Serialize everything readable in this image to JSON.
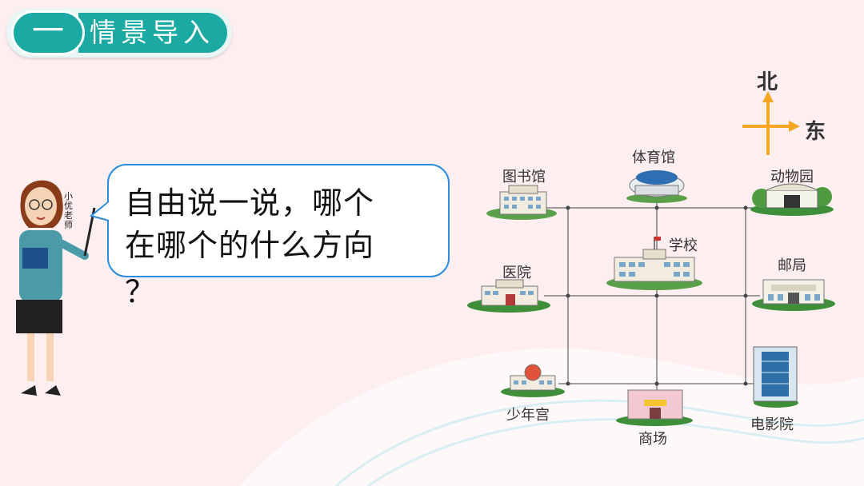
{
  "section": {
    "number": "一",
    "title": "情景导入"
  },
  "teacher": {
    "label": "小优老师"
  },
  "bubble": {
    "line1": "自由说一说，哪个",
    "line2": "在哪个的什么方向",
    "qmark": "？"
  },
  "compass": {
    "north": "北",
    "east": "东"
  },
  "places": {
    "library": "图书馆",
    "stadium": "体育馆",
    "zoo": "动物园",
    "school": "学校",
    "hospital": "医院",
    "post_office": "邮局",
    "youth_palace": "少年宫",
    "mall": "商场",
    "cinema": "电影院"
  },
  "colors": {
    "accent": "#1aa9a3",
    "bubble_border": "#2b8de0",
    "background": "#fdeef0"
  }
}
